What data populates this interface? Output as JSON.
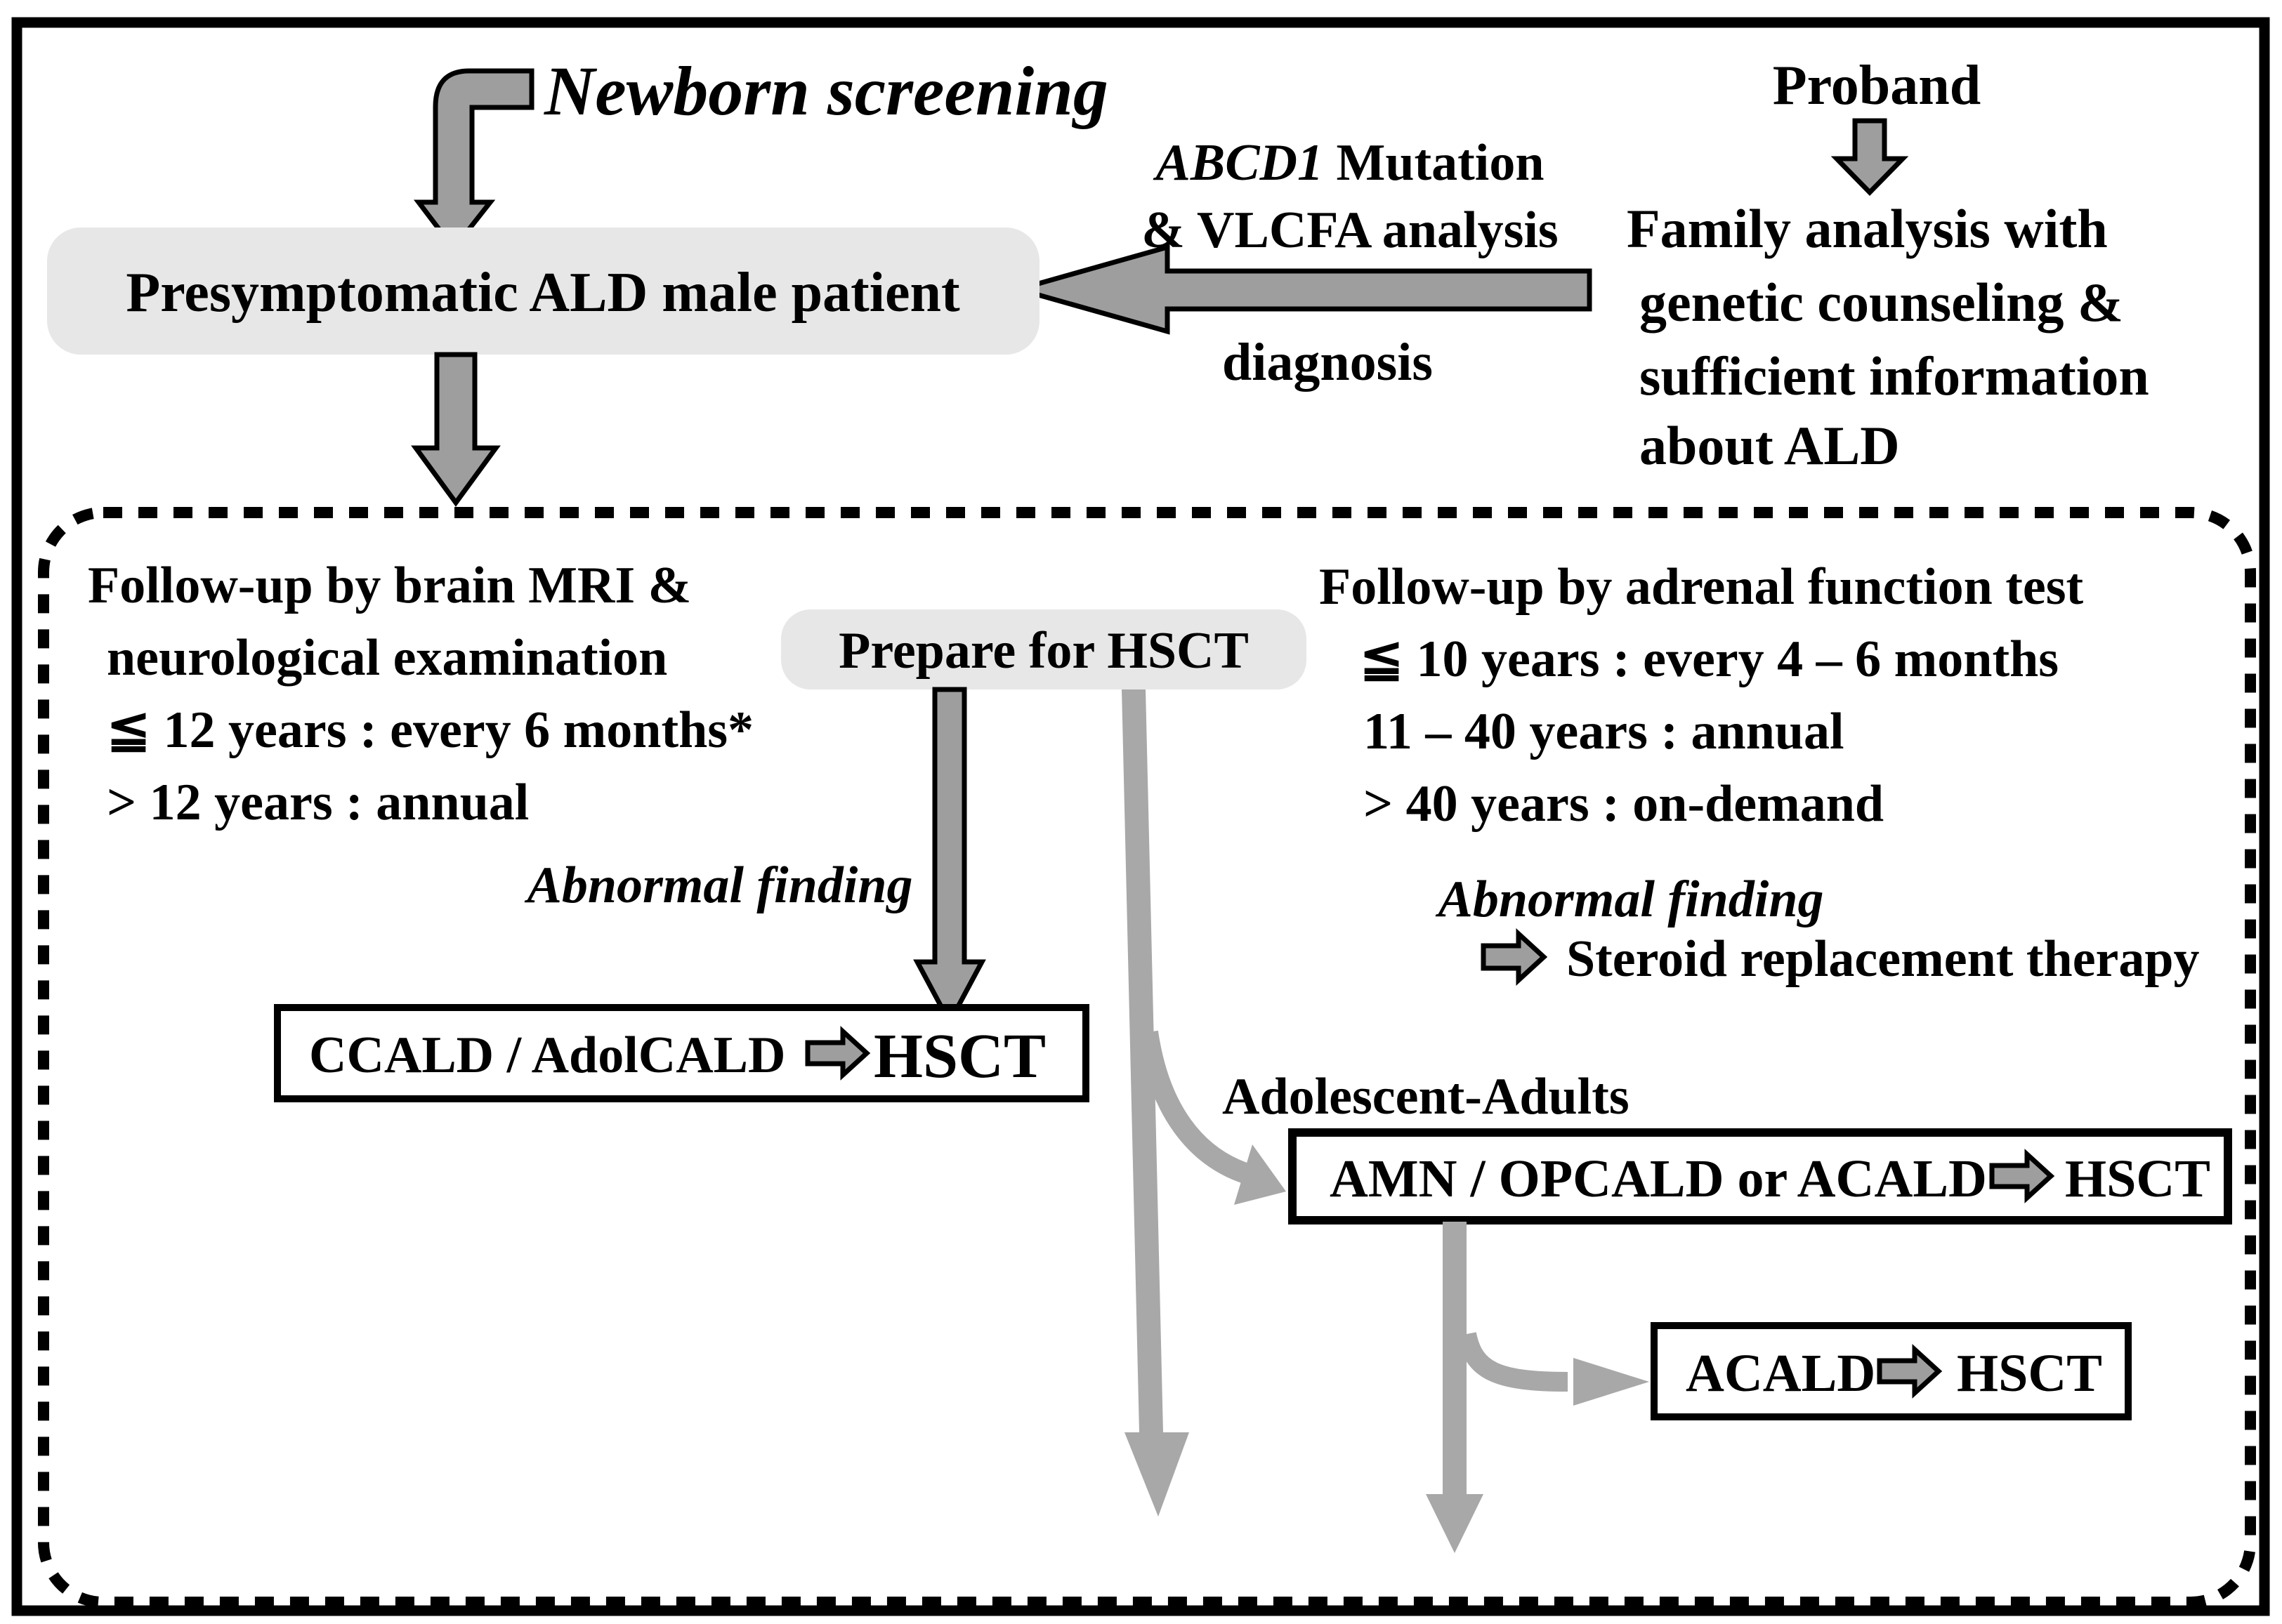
{
  "top": {
    "newborn_screening": "Newborn screening",
    "proband": "Proband",
    "abcd1_italic": "ABCD1",
    "abcd1_rest": " Mutation",
    "vlcfa_line": "& VLCFA analysis",
    "diagnosis": "diagnosis",
    "presymptomatic_patient": "Presymptomatic ALD male patient",
    "family_lines": [
      "Family analysis with",
      "genetic counseling &",
      "sufficient information",
      "about ALD"
    ]
  },
  "followup": {
    "mri_lines": [
      "Follow-up by brain MRI &",
      "neurological examination",
      "≦ 12 years : every 6 months*",
      "> 12 years : annual"
    ],
    "adrenal_lines": [
      "Follow-up by adrenal function test",
      "≦ 10 years : every 4 – 6 months",
      "11 – 40 years : annual",
      "> 40 years : on-demand"
    ],
    "prepare_hsct": "Prepare for HSCT",
    "abnormal_left": "Abnormal finding",
    "abnormal_right": "Abnormal finding",
    "steroid_therapy": "Steroid replacement therapy",
    "adolescent_adults": "Adolescent-Adults",
    "ccald": {
      "label": "CCALD / AdolCALD",
      "result": "HSCT"
    },
    "amn": {
      "label": "AMN / OPCALD or ACALD",
      "result": "HSCT"
    },
    "acald": {
      "label": "ACALD",
      "result": "HSCT"
    }
  },
  "colors": {
    "outlined_arrow_gray": "#9e9e9e",
    "solid_arrow_gray": "#a8a8a8",
    "rounded_box_gray": "#e7e7e7",
    "text_black": "#000000",
    "background": "#ffffff"
  }
}
